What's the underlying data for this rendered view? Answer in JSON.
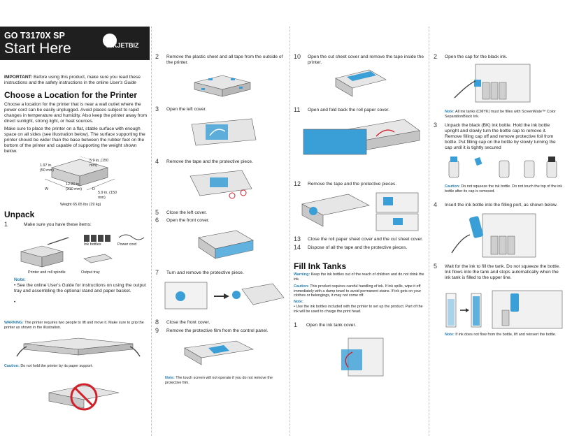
{
  "header": {
    "model": "GO T3170X SP",
    "title": "Start Here",
    "logo_text": "INKJETBIZ"
  },
  "col1": {
    "important_label": "IMPORTANT:",
    "important_text": "Before using this product, make sure you read these instructions and the safety instructions in the online",
    "users_guide": "User's Guide",
    "choose_heading": "Choose a Location for the Printer",
    "choose_p1": "Choose a location for the printer that is near a wall outlet where the power cord can be easily unplugged. Avoid places subject to rapid changes in temperature and humidity. Also keep the printer away from direct sunlight, strong light, or heat sources.",
    "choose_p2": "Make sure to place the printer on a flat, stable surface with enough space on all sides (see illustration below). The surface supporting the printer should be wider than the base between the rubber feet on the bottom of the printer and capable of supporting the weight shown below.",
    "dims": {
      "w1": "5.9 in. (150 mm)",
      "w2": "1.97 in. (50 mm)",
      "w3": "12.20 in. (310 mm)",
      "w4": "5.9 in. (150 mm)",
      "label_w": "W",
      "label_d": "D",
      "weight": "Weight 65.65 lbs (29 kg)"
    },
    "unpack_heading": "Unpack",
    "unpack_step_num": "1",
    "unpack_step_text": "Make sure you have these items:",
    "item_ink": "Ink bottles",
    "item_power": "Power cord",
    "item_printer": "Printer and roll spindle",
    "item_tray": "Output tray",
    "note_label": "Note:",
    "note_bullet": "See the online User's Guide for instructions on using the output tray and assembling the optional stand and paper basket.",
    "bullet_char": "•",
    "warning_label": "WARNING:",
    "warning_text": "The printer requires two people to lift and move it. Make sure to grip the printer as shown in the illustration.",
    "caution_label": "Caution:",
    "caution_text": "Do not hold the printer by its paper support."
  },
  "col2": {
    "steps": [
      {
        "n": "2",
        "t": "Remove the plastic sheet and all tape from the outside of the printer."
      },
      {
        "n": "3",
        "t": "Open the left cover."
      },
      {
        "n": "4",
        "t": "Remove the tape and the protective piece."
      },
      {
        "n": "5",
        "t": "Close the left cover."
      },
      {
        "n": "6",
        "t": "Open the front cover."
      },
      {
        "n": "7",
        "t": "Turn and remove the protective piece."
      },
      {
        "n": "8",
        "t": "Close the front cover."
      },
      {
        "n": "9",
        "t": "Remove the protective film from the control panel."
      }
    ],
    "note_label": "Note:",
    "note_text": "The touch screen will not operate if you do not remove the protective film."
  },
  "col3": {
    "steps": [
      {
        "n": "10",
        "t": "Open the cut sheet cover and remove the tape inside the printer."
      },
      {
        "n": "11",
        "t": "Open and fold back the roll paper cover."
      },
      {
        "n": "12",
        "t": "Remove the tape and the protective pieces."
      },
      {
        "n": "13",
        "t": "Close the roll paper sheet cover and the cut sheet cover."
      },
      {
        "n": "14",
        "t": "Dispose of all the tape and the protective pieces."
      }
    ],
    "fill_heading": "Fill Ink Tanks",
    "warning_label": "Warning:",
    "warning_text": "Keep the ink bottles out of the reach of children and do not drink the ink.",
    "caution_label": "Caution:",
    "caution_text": "This product requires careful handling of ink. If ink spills, wipe it off immediately with a damp towel to avoid permanent stains. If ink gets on your clothes or belongings, it may not come off.",
    "note_label": "Note:",
    "note_text": "Use the ink bottles included with the printer to set up the product. Part of the ink will be used to charge the print head.",
    "step1_n": "1",
    "step1_t": "Open the ink tank cover."
  },
  "col4": {
    "step2_n": "2",
    "step2_t": "Open the cap for the black ink.",
    "note1_label": "Note:",
    "note1_text": "All ink tanks (CMYK) must be filles with ScreenMate™ Color SeparationBlack Ink.",
    "step3_n": "3",
    "step3_t": "Unpack the black (BK) ink bottle. Hold the ink bottle upright and slowly turn the bottle cap to remove it. Remove filling cap off and remove protective foil from bottle. Put filling cap on the bottle by slowly turning the cap until it is tightly secured",
    "caution_label": "Caution:",
    "caution_text": "Do not squeeze the ink bottle. Do not touch the top of the ink bottle after its cap is removed.",
    "step4_n": "4",
    "step4_t": "Insert the ink bottle into the filling port, as shown below.",
    "step5_n": "5",
    "step5_t": "Wait for the ink to fill the tank. Do not squeeze the bottle. Ink flows into the tank and stops automatically when the ink tank is filled to the upper line.",
    "note2_label": "Note:",
    "note2_text": "If ink does not flow from the bottle, lift and reinsert the bottle."
  },
  "colors": {
    "accent_blue": "#3a9fd6",
    "note_blue": "#2a7fb0",
    "hero_bg": "#1f1f1f",
    "prohibit_red": "#d0202a"
  }
}
